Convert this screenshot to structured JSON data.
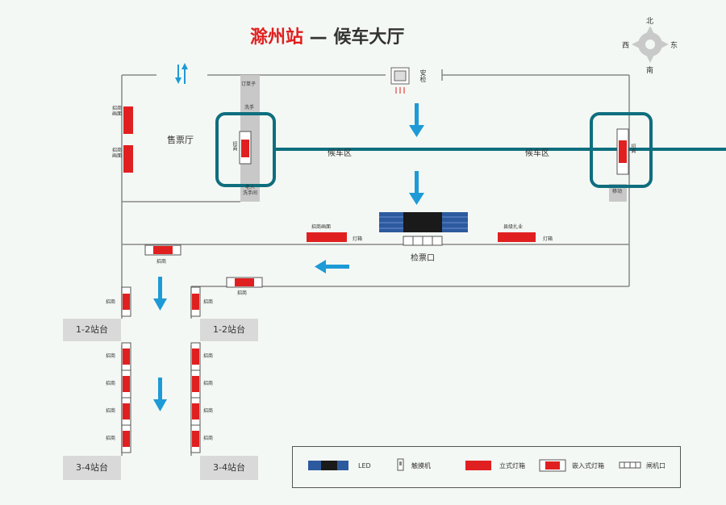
{
  "title": {
    "station": "滁州站",
    "dash": " — ",
    "hall": "候车大厅"
  },
  "compass": {
    "north": "北",
    "south": "南",
    "east": "东",
    "west": "西"
  },
  "rooms": {
    "ticket_hall": "售票厅",
    "waiting_hall_left": "候车区",
    "waiting_hall_right": "候车区",
    "security": "安检",
    "ticket_gate": "检票口"
  },
  "small_labels": {
    "tl_ad_1": "招商\n画面",
    "tl_ad_2": "招商\n画面",
    "strip_1": "订单子",
    "strip_2": "洗手",
    "strip_3": "老人\n洗手间",
    "strip_4": "移动",
    "hall_box_left": "招商",
    "hall_box_right": "招商",
    "mid_ad_left": "招商画面",
    "mid_ad_right": "县级扎业",
    "mid_tag_left": "灯箱",
    "mid_tag_right": "灯箱",
    "corridor_top": "招商",
    "corridor_mid": "招商",
    "left_col": [
      "招商",
      "招商",
      "招商",
      "招商",
      "招商"
    ],
    "right_col": [
      "招商",
      "招商",
      "招商",
      "招商",
      "招商"
    ]
  },
  "platforms": {
    "left_upper": "1-2站台",
    "right_upper": "1-2站台",
    "left_lower": "3-4站台",
    "right_lower": "3-4站台"
  },
  "legend": {
    "led": "LED",
    "touch": "触摸机",
    "standing": "立式灯箱",
    "embedded": "嵌入式灯箱",
    "gate": "闸机口"
  },
  "colors": {
    "accent_red": "#e02020",
    "arrow_blue": "#1e9ad6",
    "teal": "#0e6e7e",
    "led_blue": "#2d5a9e",
    "platform_gray": "#d9d9d9"
  }
}
